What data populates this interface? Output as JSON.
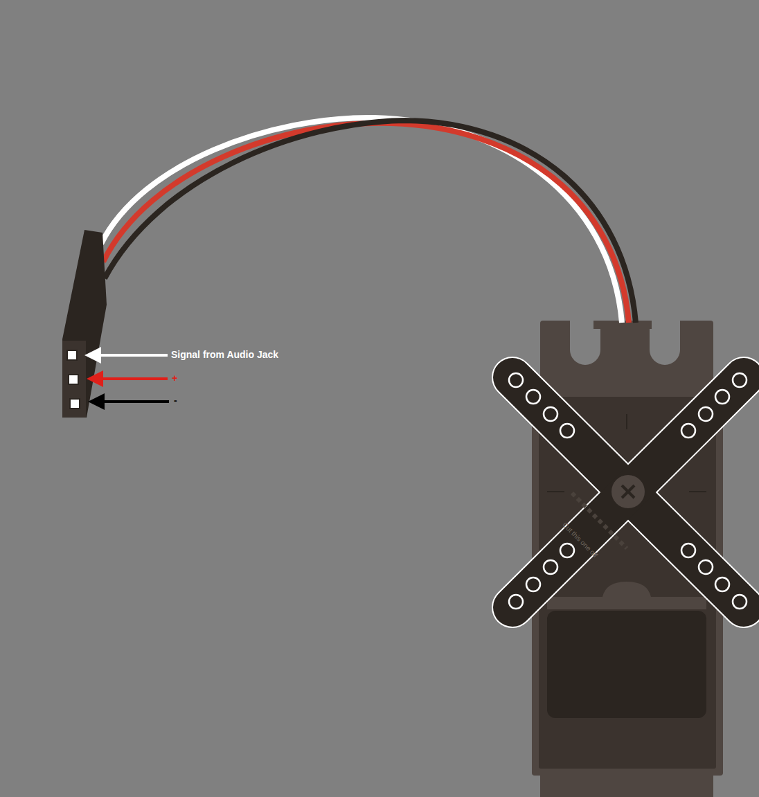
{
  "diagram": {
    "labels": [
      "Signal from Audio Jack",
      "+",
      "-",
      "Cut this one off"
    ]
  }
}
